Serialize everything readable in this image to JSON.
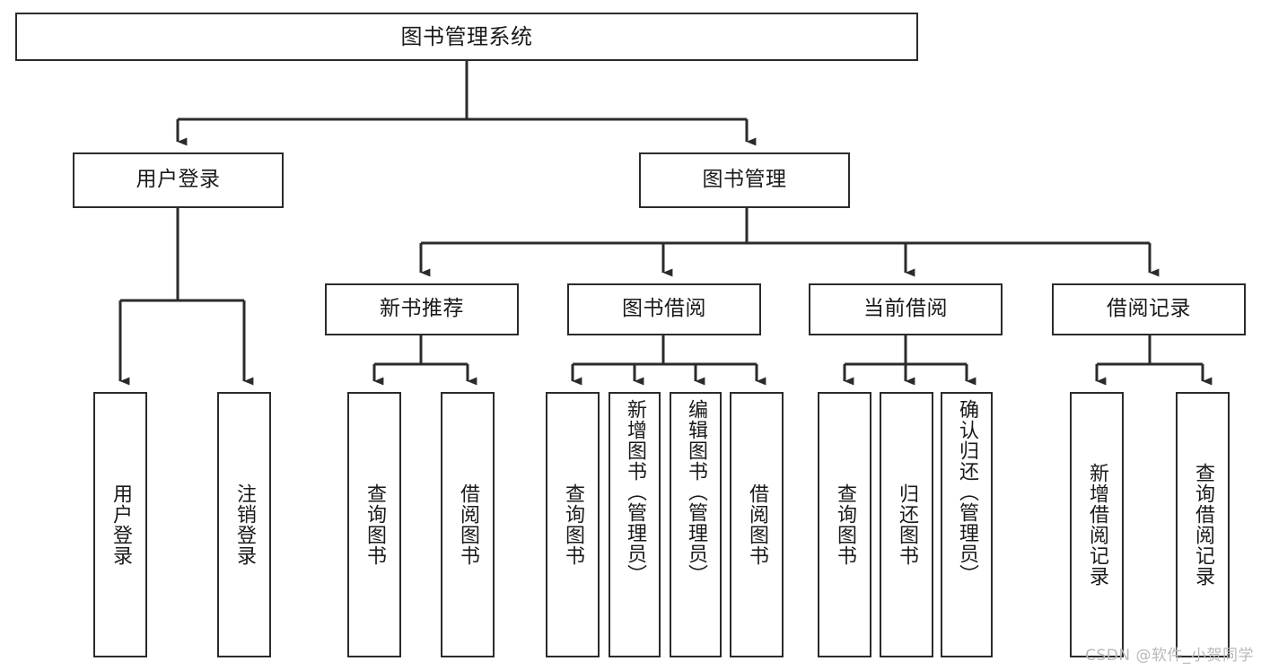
{
  "diagram": {
    "title": "图书管理系统",
    "type": "tree",
    "root": {
      "label": "图书管理系统",
      "children": [
        {
          "label": "用户登录",
          "children": [
            {
              "label": "用户登录"
            },
            {
              "label": "注销登录"
            }
          ]
        },
        {
          "label": "图书管理",
          "children": [
            {
              "label": "新书推荐",
              "children": [
                {
                  "label": "查询图书"
                },
                {
                  "label": "借阅图书"
                }
              ]
            },
            {
              "label": "图书借阅",
              "children": [
                {
                  "label": "查询图书"
                },
                {
                  "label": "新增图书（管理员）"
                },
                {
                  "label": "编辑图书（管理员）"
                },
                {
                  "label": "借阅图书"
                }
              ]
            },
            {
              "label": "当前借阅",
              "children": [
                {
                  "label": "查询图书"
                },
                {
                  "label": "归还图书"
                },
                {
                  "label": "确认归还（管理员）"
                }
              ]
            },
            {
              "label": "借阅记录",
              "children": [
                {
                  "label": "新增借阅记录"
                },
                {
                  "label": "查询借阅记录"
                }
              ]
            }
          ]
        }
      ]
    }
  },
  "watermark": {
    "text": "CSDN @软件_小贺同学"
  },
  "colors": {
    "stroke": "#2b2b2b",
    "background": "#ffffff",
    "text": "#1a1a1a",
    "watermark": "#b9b9b9"
  }
}
